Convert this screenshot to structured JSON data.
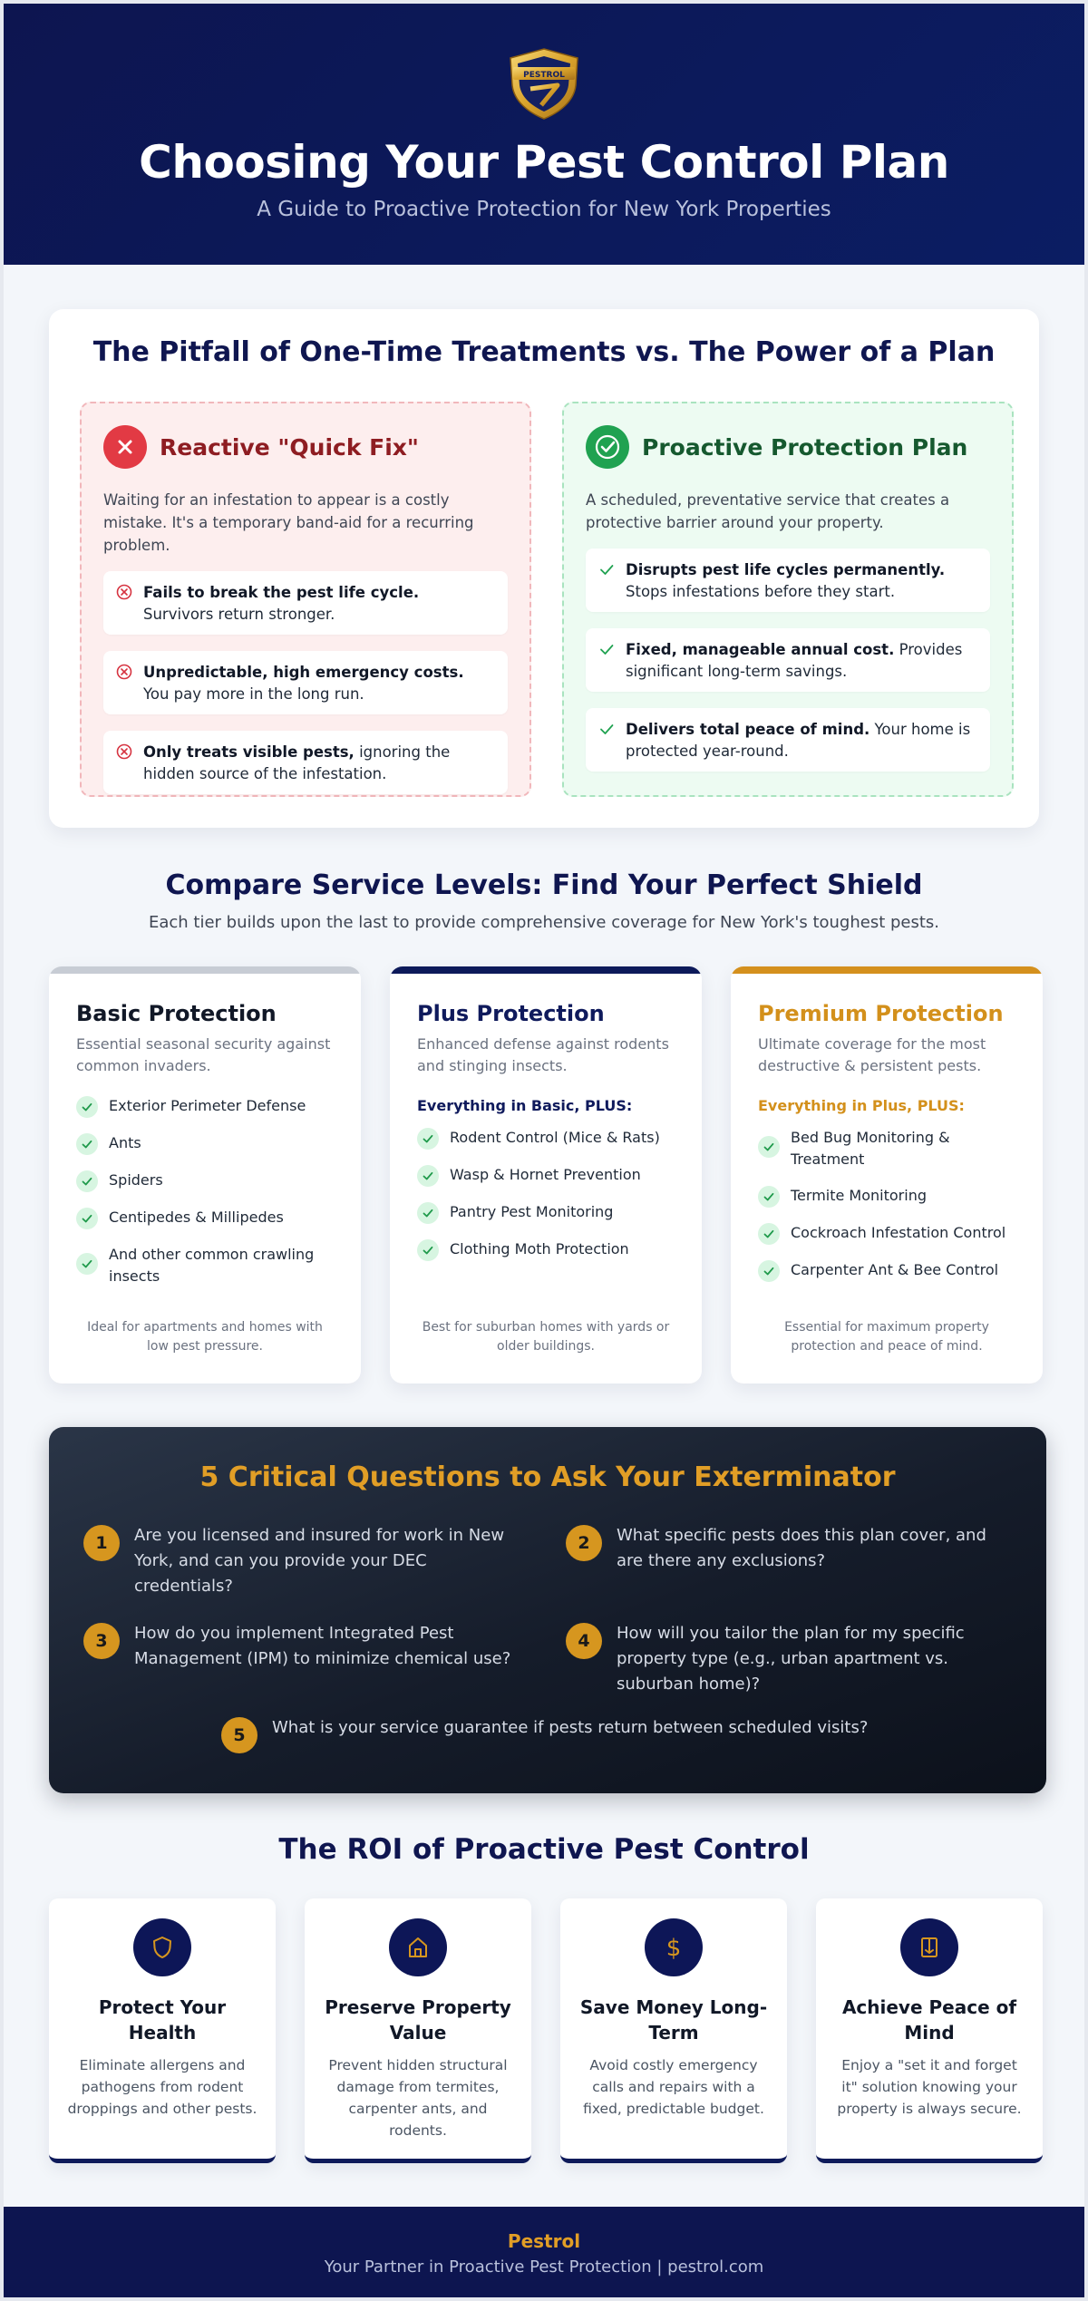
{
  "header": {
    "logo_text": "PESTROL",
    "title": "Choosing Your Pest Control Plan",
    "subtitle": "A Guide to Proactive Protection for New York Properties"
  },
  "pitfall": {
    "title": "The Pitfall of One-Time Treatments vs. The Power of a Plan",
    "reactive": {
      "title": "Reactive \"Quick Fix\"",
      "description": "Waiting for an infestation to appear is a costly mistake. It's a temporary band-aid for a recurring problem.",
      "items": [
        {
          "bold": "Fails to break the pest life cycle.",
          "text": " Survivors return stronger."
        },
        {
          "bold": "Unpredictable, high emergency costs.",
          "text": " You pay more in the long run."
        },
        {
          "bold": "Only treats visible pests,",
          "text": " ignoring the hidden source of the infestation."
        }
      ]
    },
    "proactive": {
      "title": "Proactive Protection Plan",
      "description": "A scheduled, preventative service that creates a protective barrier around your property.",
      "items": [
        {
          "bold": "Disrupts pest life cycles permanently.",
          "text": " Stops infestations before they start."
        },
        {
          "bold": "Fixed, manageable annual cost.",
          "text": " Provides significant long-term savings."
        },
        {
          "bold": "Delivers total peace of mind.",
          "text": " Your home is protected year-round."
        }
      ]
    }
  },
  "compare": {
    "title": "Compare Service Levels: Find Your Perfect Shield",
    "subtitle": "Each tier builds upon the last to provide comprehensive coverage for New York's toughest pests.",
    "tiers": [
      {
        "name": "Basic Protection",
        "description": "Essential seasonal security against common invaders.",
        "plus_label": "",
        "features": [
          "Exterior Perimeter Defense",
          "Ants",
          "Spiders",
          "Centipedes & Millipedes",
          "And other common crawling insects"
        ],
        "note": "Ideal for apartments and homes with low pest pressure."
      },
      {
        "name": "Plus Protection",
        "description": "Enhanced defense against rodents and stinging insects.",
        "plus_label": "Everything in Basic, PLUS:",
        "features": [
          "Rodent Control (Mice & Rats)",
          "Wasp & Hornet Prevention",
          "Pantry Pest Monitoring",
          "Clothing Moth Protection"
        ],
        "note": "Best for suburban homes with yards or older buildings."
      },
      {
        "name": "Premium Protection",
        "description": "Ultimate coverage for the most destructive & persistent pests.",
        "plus_label": "Everything in Plus, PLUS:",
        "features": [
          "Bed Bug Monitoring & Treatment",
          "Termite Monitoring",
          "Cockroach Infestation Control",
          "Carpenter Ant & Bee Control"
        ],
        "note": "Essential for maximum property protection and peace of mind."
      }
    ]
  },
  "questions": {
    "title": "5 Critical Questions to Ask Your Exterminator",
    "items": [
      {
        "num": "1",
        "text": "Are you licensed and insured for work in New York, and can you provide your DEC credentials?"
      },
      {
        "num": "2",
        "text": "What specific pests does this plan cover, and are there any exclusions?"
      },
      {
        "num": "3",
        "text": "How do you implement Integrated Pest Management (IPM) to minimize chemical use?"
      },
      {
        "num": "4",
        "text": "How will you tailor the plan for my specific property type (e.g., urban apartment vs. suburban home)?"
      },
      {
        "num": "5",
        "text": "What is your service guarantee if pests return between scheduled visits?"
      }
    ]
  },
  "roi": {
    "title": "The ROI of Proactive Pest Control",
    "cards": [
      {
        "icon": "shield-icon",
        "title": "Protect Your Health",
        "text": "Eliminate allergens and pathogens from rodent droppings and other pests."
      },
      {
        "icon": "home-icon",
        "title": "Preserve Property Value",
        "text": "Prevent hidden structural damage from termites, carpenter ants, and rodents."
      },
      {
        "icon": "dollar-icon",
        "title": "Save Money Long-Term",
        "text": "Avoid costly emergency calls and repairs with a fixed, predictable budget."
      },
      {
        "icon": "door-icon",
        "title": "Achieve Peace of Mind",
        "text": "Enjoy a \"set it and forget it\" solution knowing your property is always secure."
      }
    ]
  },
  "footer": {
    "brand": "Pestrol",
    "tagline": "Your Partner in Proactive Pest Protection | pestrol.com"
  },
  "colors": {
    "navy": "#0d1550",
    "gold": "#d6961f",
    "red": "#e23a44",
    "green": "#20a251"
  }
}
